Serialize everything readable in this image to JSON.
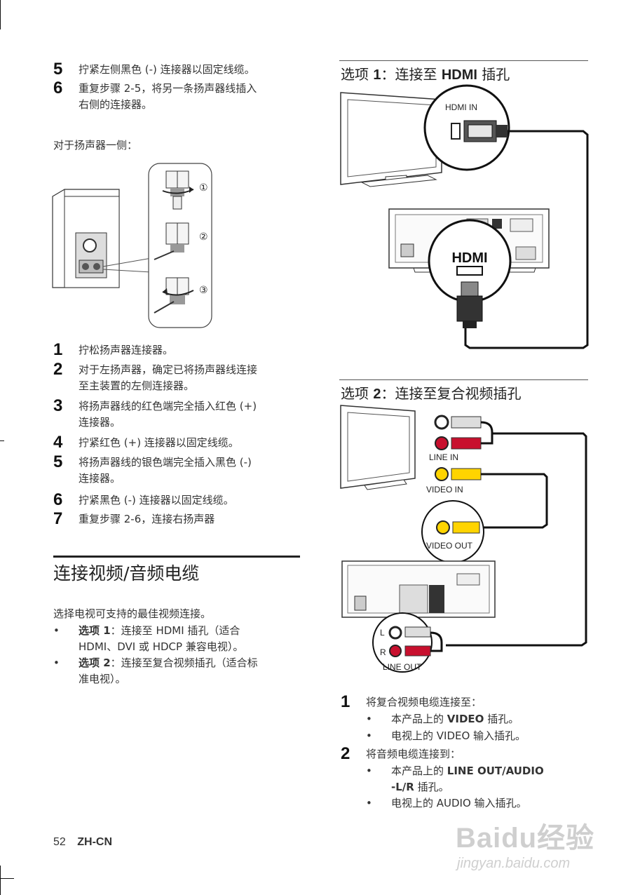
{
  "left": {
    "top_steps": [
      {
        "num": "5",
        "lines": [
          "拧紧左侧黑色 (-) 连接器以固定线缆。"
        ]
      },
      {
        "num": "6",
        "lines": [
          "重复步骤 2-5，将另一条扬声器线插入",
          "右侧的连接器。"
        ]
      }
    ],
    "speaker_side_heading": "对于扬声器一侧：",
    "diagram_marks": [
      "①",
      "②",
      "③"
    ],
    "steps": [
      {
        "num": "1",
        "lines": [
          "拧松扬声器连接器。"
        ]
      },
      {
        "num": "2",
        "lines": [
          "对于左扬声器，确定已将扬声器线连接",
          "至主装置的左侧连接器。"
        ]
      },
      {
        "num": "3",
        "lines": [
          "将扬声器线的红色端完全插入红色 (+)",
          "连接器。"
        ]
      },
      {
        "num": "4",
        "lines": [
          "拧紧红色 (+) 连接器以固定线缆。"
        ]
      },
      {
        "num": "5",
        "lines": [
          "将扬声器线的银色端完全插入黑色 (-)",
          "连接器。"
        ]
      },
      {
        "num": "6",
        "lines": [
          "拧紧黑色 (-) 连接器以固定线缆。"
        ]
      },
      {
        "num": "7",
        "lines": [
          "重复步骤 2-6，连接右扬声器"
        ]
      }
    ],
    "section_title": "连接视频/音频电缆",
    "intro": "选择电视可支持的最佳视频连接。",
    "options": [
      {
        "prefix": "选项 1",
        "lines": [
          "：连接至 HDMI 插孔（适合",
          "HDMI、DVI 或 HDCP 兼容电视）。"
        ]
      },
      {
        "prefix": "选项 2",
        "lines": [
          "：连接至复合视频插孔（适合标",
          "准电视）。"
        ]
      }
    ],
    "footer_page": "52",
    "footer_lang": "ZH-CN"
  },
  "right": {
    "option1_title_a": "选项 ",
    "option1_title_num": "1",
    "option1_title_b": "：连接至 ",
    "option1_title_c": "HDMI",
    "option1_title_d": " 插孔",
    "hdmi_in_label": "HDMI IN",
    "hdmi_logo": "HDMI",
    "option2_title_a": "选项 ",
    "option2_title_num": "2",
    "option2_title_b": "：连接至复合视频插孔",
    "line_in_label": "LINE IN",
    "video_in_label": "VIDEO IN",
    "video_out_label": "VIDEO OUT",
    "line_out_label": "LINE OUT",
    "l_label": "L",
    "r_label": "R",
    "steps": [
      {
        "num": "1",
        "text": "将复合视频电缆连接至：",
        "bullets": [
          {
            "a": "本产品上的 ",
            "b": "VIDEO",
            "c": " 插孔。"
          },
          {
            "a": "电视上的 VIDEO 输入插孔。",
            "b": "",
            "c": ""
          }
        ]
      },
      {
        "num": "2",
        "text": "将音频电缆连接到：",
        "bullets": [
          {
            "a": "本产品上的 ",
            "b": "LINE OUT/AUDIO",
            "c": ""
          },
          {
            "a": "",
            "b": "-L/R",
            "c": " 插孔。"
          },
          {
            "a": "电视上的 AUDIO 输入插孔。",
            "b": "",
            "c": ""
          }
        ]
      }
    ]
  },
  "watermark": {
    "brand": "Baidu经验",
    "url": "jingyan.baidu.com"
  }
}
